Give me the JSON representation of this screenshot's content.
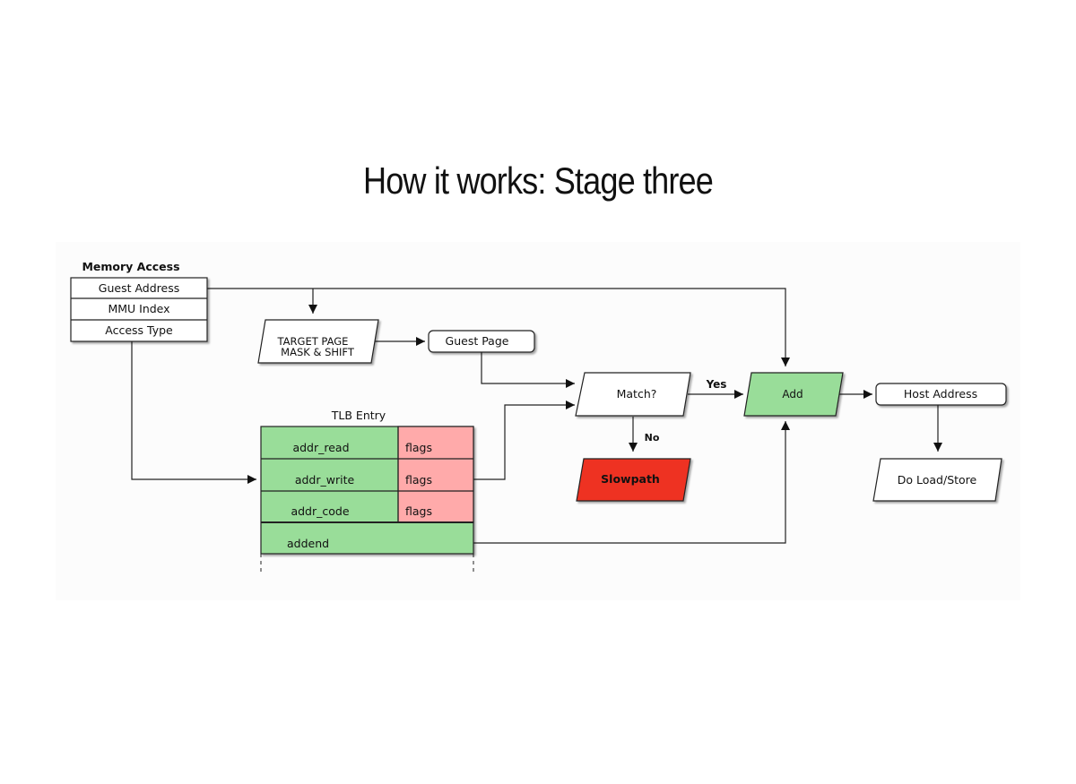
{
  "title": "How it works: Stage three",
  "memory_access": {
    "label": "Memory Access",
    "fields": [
      "Guest Address",
      "MMU Index",
      "Access Type"
    ]
  },
  "target_page": {
    "line1": "TARGET PAGE",
    "line2": "MASK & SHIFT"
  },
  "guest_page": "Guest Page",
  "tlb_entry": {
    "label": "TLB Entry",
    "rows": [
      {
        "name": "addr_read",
        "flags": "flags"
      },
      {
        "name": "addr_write",
        "flags": "flags"
      },
      {
        "name": "addr_code",
        "flags": "flags"
      }
    ],
    "addend": "addend"
  },
  "match": "Match?",
  "yes_label": "Yes",
  "no_label": "No",
  "slowpath": "Slowpath",
  "add": "Add",
  "host_address": "Host Address",
  "do_load_store": "Do Load/Store",
  "colors": {
    "green": "#99dd99",
    "pink": "#ffaaaa",
    "red": "#ee3322",
    "line": "#222222"
  }
}
